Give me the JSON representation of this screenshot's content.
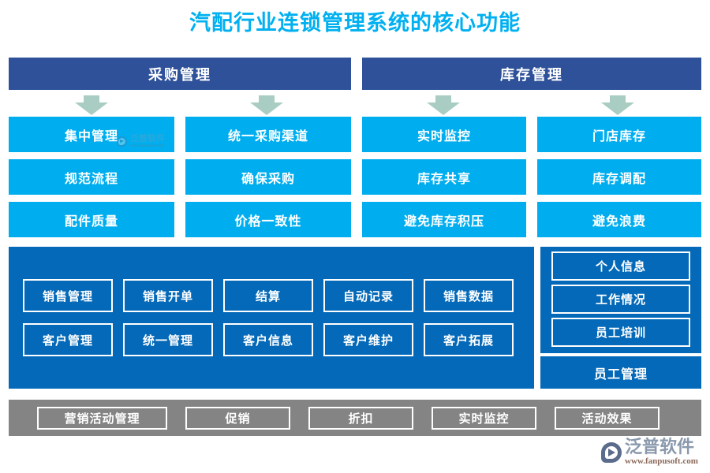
{
  "page": {
    "title": "汽配行业连锁管理系统的核心功能",
    "title_color": "#00b0f0",
    "background": "#ffffff"
  },
  "colors": {
    "header_blue": "#2e5199",
    "cell_blue": "#00aeef",
    "panel_blue": "#0469b8",
    "arrow_green": "#a9cdc2",
    "grey_bar": "#848484"
  },
  "sections": [
    {
      "id": "purchase",
      "header": "采购管理"
    },
    {
      "id": "inventory",
      "header": "库存管理"
    }
  ],
  "grid": {
    "columns": [
      {
        "section": "purchase",
        "cells": [
          "集中管理",
          "规范流程",
          "配件质量"
        ]
      },
      {
        "section": "purchase",
        "cells": [
          "统一采购渠道",
          "确保采购",
          "价格一致性"
        ]
      },
      {
        "section": "inventory",
        "cells": [
          "实时监控",
          "库存共享",
          "避免库存积压"
        ]
      },
      {
        "section": "inventory",
        "cells": [
          "门店库存",
          "库存调配",
          "避免浪费"
        ]
      }
    ]
  },
  "sales_panel": {
    "rows": [
      [
        "销售管理",
        "销售开单",
        "结算",
        "自动记录",
        "销售数据"
      ],
      [
        "客户管理",
        "统一管理",
        "客户信息",
        "客户维护",
        "客户拓展"
      ]
    ]
  },
  "staff_panel": {
    "items": [
      "个人信息",
      "工作情况",
      "员工培训"
    ],
    "footer": "员工管理"
  },
  "bottom_bar": {
    "items": [
      "营销活动管理",
      "促销",
      "折扣",
      "实时监控",
      "活动效果"
    ]
  },
  "watermark": {
    "brand": "泛普软件",
    "url": "www.fanpusoft.com",
    "icon": "fanpu-logo-icon"
  }
}
